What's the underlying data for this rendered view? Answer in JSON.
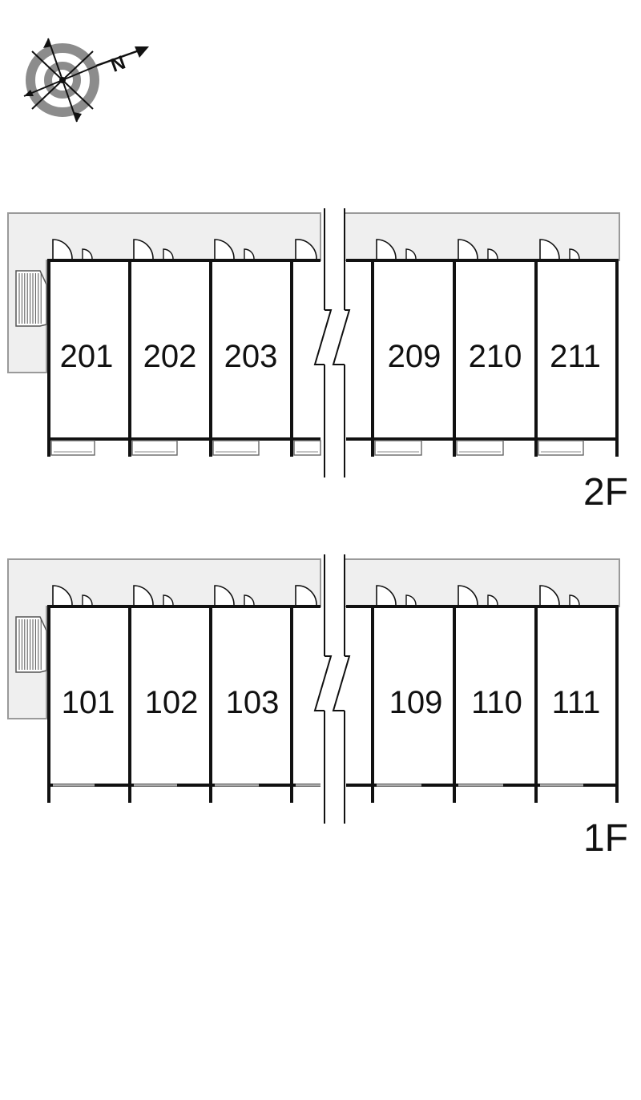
{
  "compass": {
    "north_label": "N"
  },
  "floors": [
    {
      "label": "2F",
      "balconies": true,
      "units": [
        "201",
        "202",
        "203",
        "",
        "209",
        "210",
        "211"
      ]
    },
    {
      "label": "1F",
      "balconies": false,
      "units": [
        "101",
        "102",
        "103",
        "",
        "109",
        "110",
        "111"
      ]
    }
  ],
  "colors": {
    "wall": "#111111",
    "corridor_fill": "#efefef",
    "corridor_outline": "#9a9a9a",
    "compass_ring": "#8c8c8c"
  }
}
